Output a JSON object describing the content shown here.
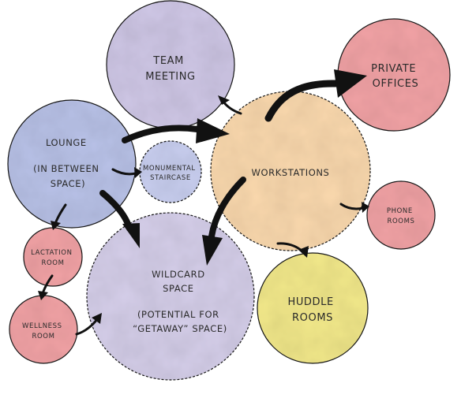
{
  "colors": {
    "purple": "#cfc7e6",
    "blue": "#b9c2e8",
    "orange": "#fbd9ae",
    "red": "#f2a3a6",
    "yellow": "#f3e98b",
    "lightblue": "#c9cff0"
  },
  "nodes": {
    "team_meeting": [
      "TEAM",
      "MEETING"
    ],
    "private_offices": [
      "PRIVATE",
      "OFFICES"
    ],
    "lounge": [
      "LOUNGE",
      "(IN BETWEEN",
      "SPACE)"
    ],
    "monumental_staircase": [
      "MONUMENTAL",
      "STAIRCASE"
    ],
    "workstations": [
      "WORKSTATIONS"
    ],
    "phone_rooms": [
      "PHONE",
      "ROOMS"
    ],
    "lactation_room": [
      "LACTATION",
      "ROOM"
    ],
    "wildcard_space": [
      "WILDCARD",
      "SPACE",
      "(POTENTIAL FOR",
      "“GETAWAY” SPACE)"
    ],
    "huddle_rooms": [
      "HUDDLE",
      "ROOMS"
    ],
    "wellness_room": [
      "WELLNESS",
      "ROOM"
    ]
  }
}
